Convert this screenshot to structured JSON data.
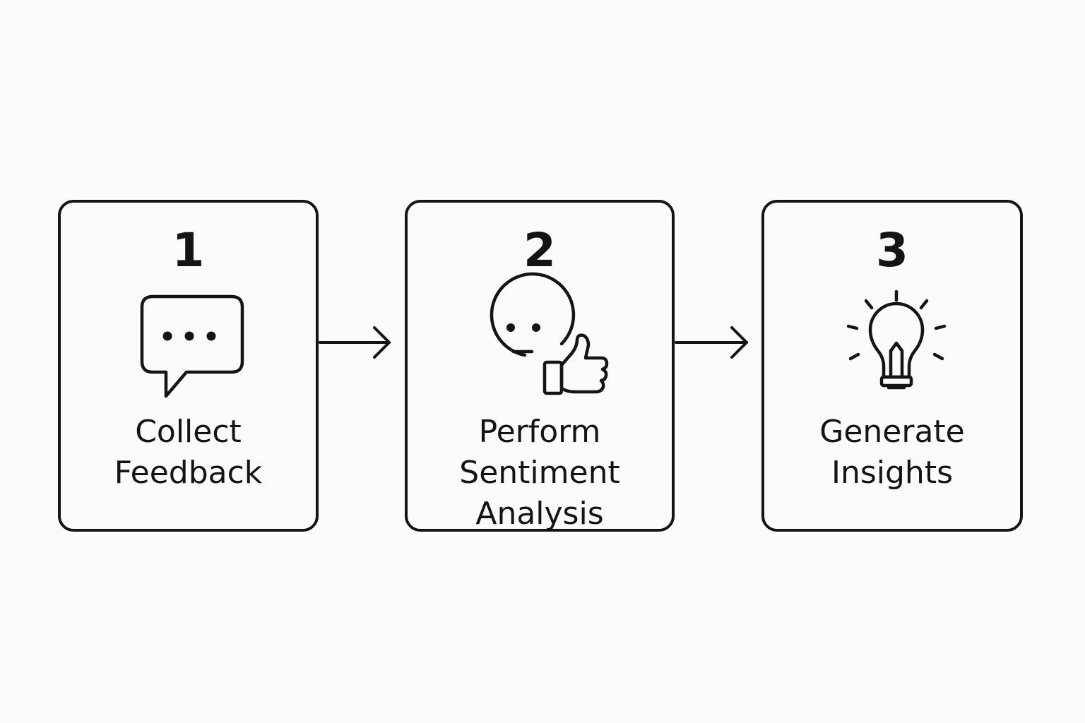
{
  "steps": [
    {
      "number": "1",
      "icon": "chat-bubble-icon",
      "label_lines": [
        "Collect",
        "Feedback"
      ]
    },
    {
      "number": "2",
      "icon": "neutral-face-thumbs-up-icon",
      "label_lines": [
        "Perform",
        "Sentiment",
        "Analysis"
      ]
    },
    {
      "number": "3",
      "icon": "lightbulb-icon",
      "label_lines": [
        "Generate",
        "Insights"
      ]
    }
  ],
  "arrows": [
    "right-arrow-icon",
    "right-arrow-icon"
  ],
  "colors": {
    "stroke": "#141414",
    "background": "#fbfbf9"
  }
}
